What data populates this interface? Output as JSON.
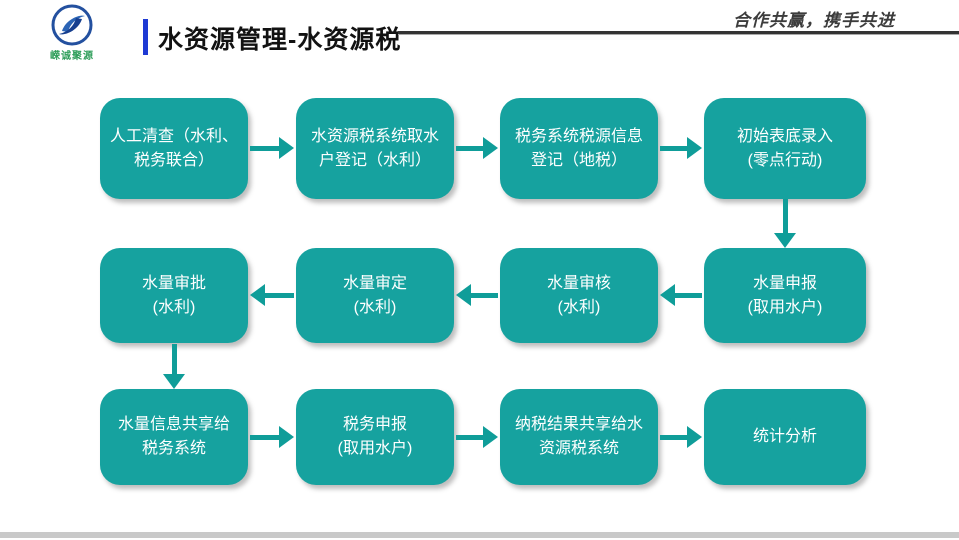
{
  "header": {
    "logo_text": "嵘诚聚源",
    "title": "水资源管理-水资源税",
    "slogan": "合作共赢，携手共进"
  },
  "colors": {
    "teal": "#16a29f",
    "teal-dark": "#0f9d99",
    "accent-blue": "#1e3ad4",
    "line-dark": "#333333",
    "bar-gray": "#c9c9c9",
    "logo-green": "#2f9e5a",
    "logo-blue": "#23509f"
  },
  "flow": {
    "rows": [
      {
        "direction": "right",
        "boxes": [
          "人工清查（水利、\n税务联合）",
          "水资源税系统取水\n户登记（水利）",
          "税务系统税源信息\n登记（地税）",
          "初始表底录入\n(零点行动)"
        ]
      },
      {
        "direction": "left",
        "boxes": [
          "水量审批\n(水利)",
          "水量审定\n(水利)",
          "水量审核\n(水利)",
          "水量申报\n(取用水户)"
        ]
      },
      {
        "direction": "right",
        "boxes": [
          "水量信息共享给\n税务系统",
          "税务申报\n(取用水户)",
          "纳税结果共享给水\n资源税系统",
          "统计分析"
        ]
      }
    ],
    "vertical_connections": [
      "row1-box4 -> row2-box4",
      "row2-box1 -> row3-box1"
    ]
  }
}
